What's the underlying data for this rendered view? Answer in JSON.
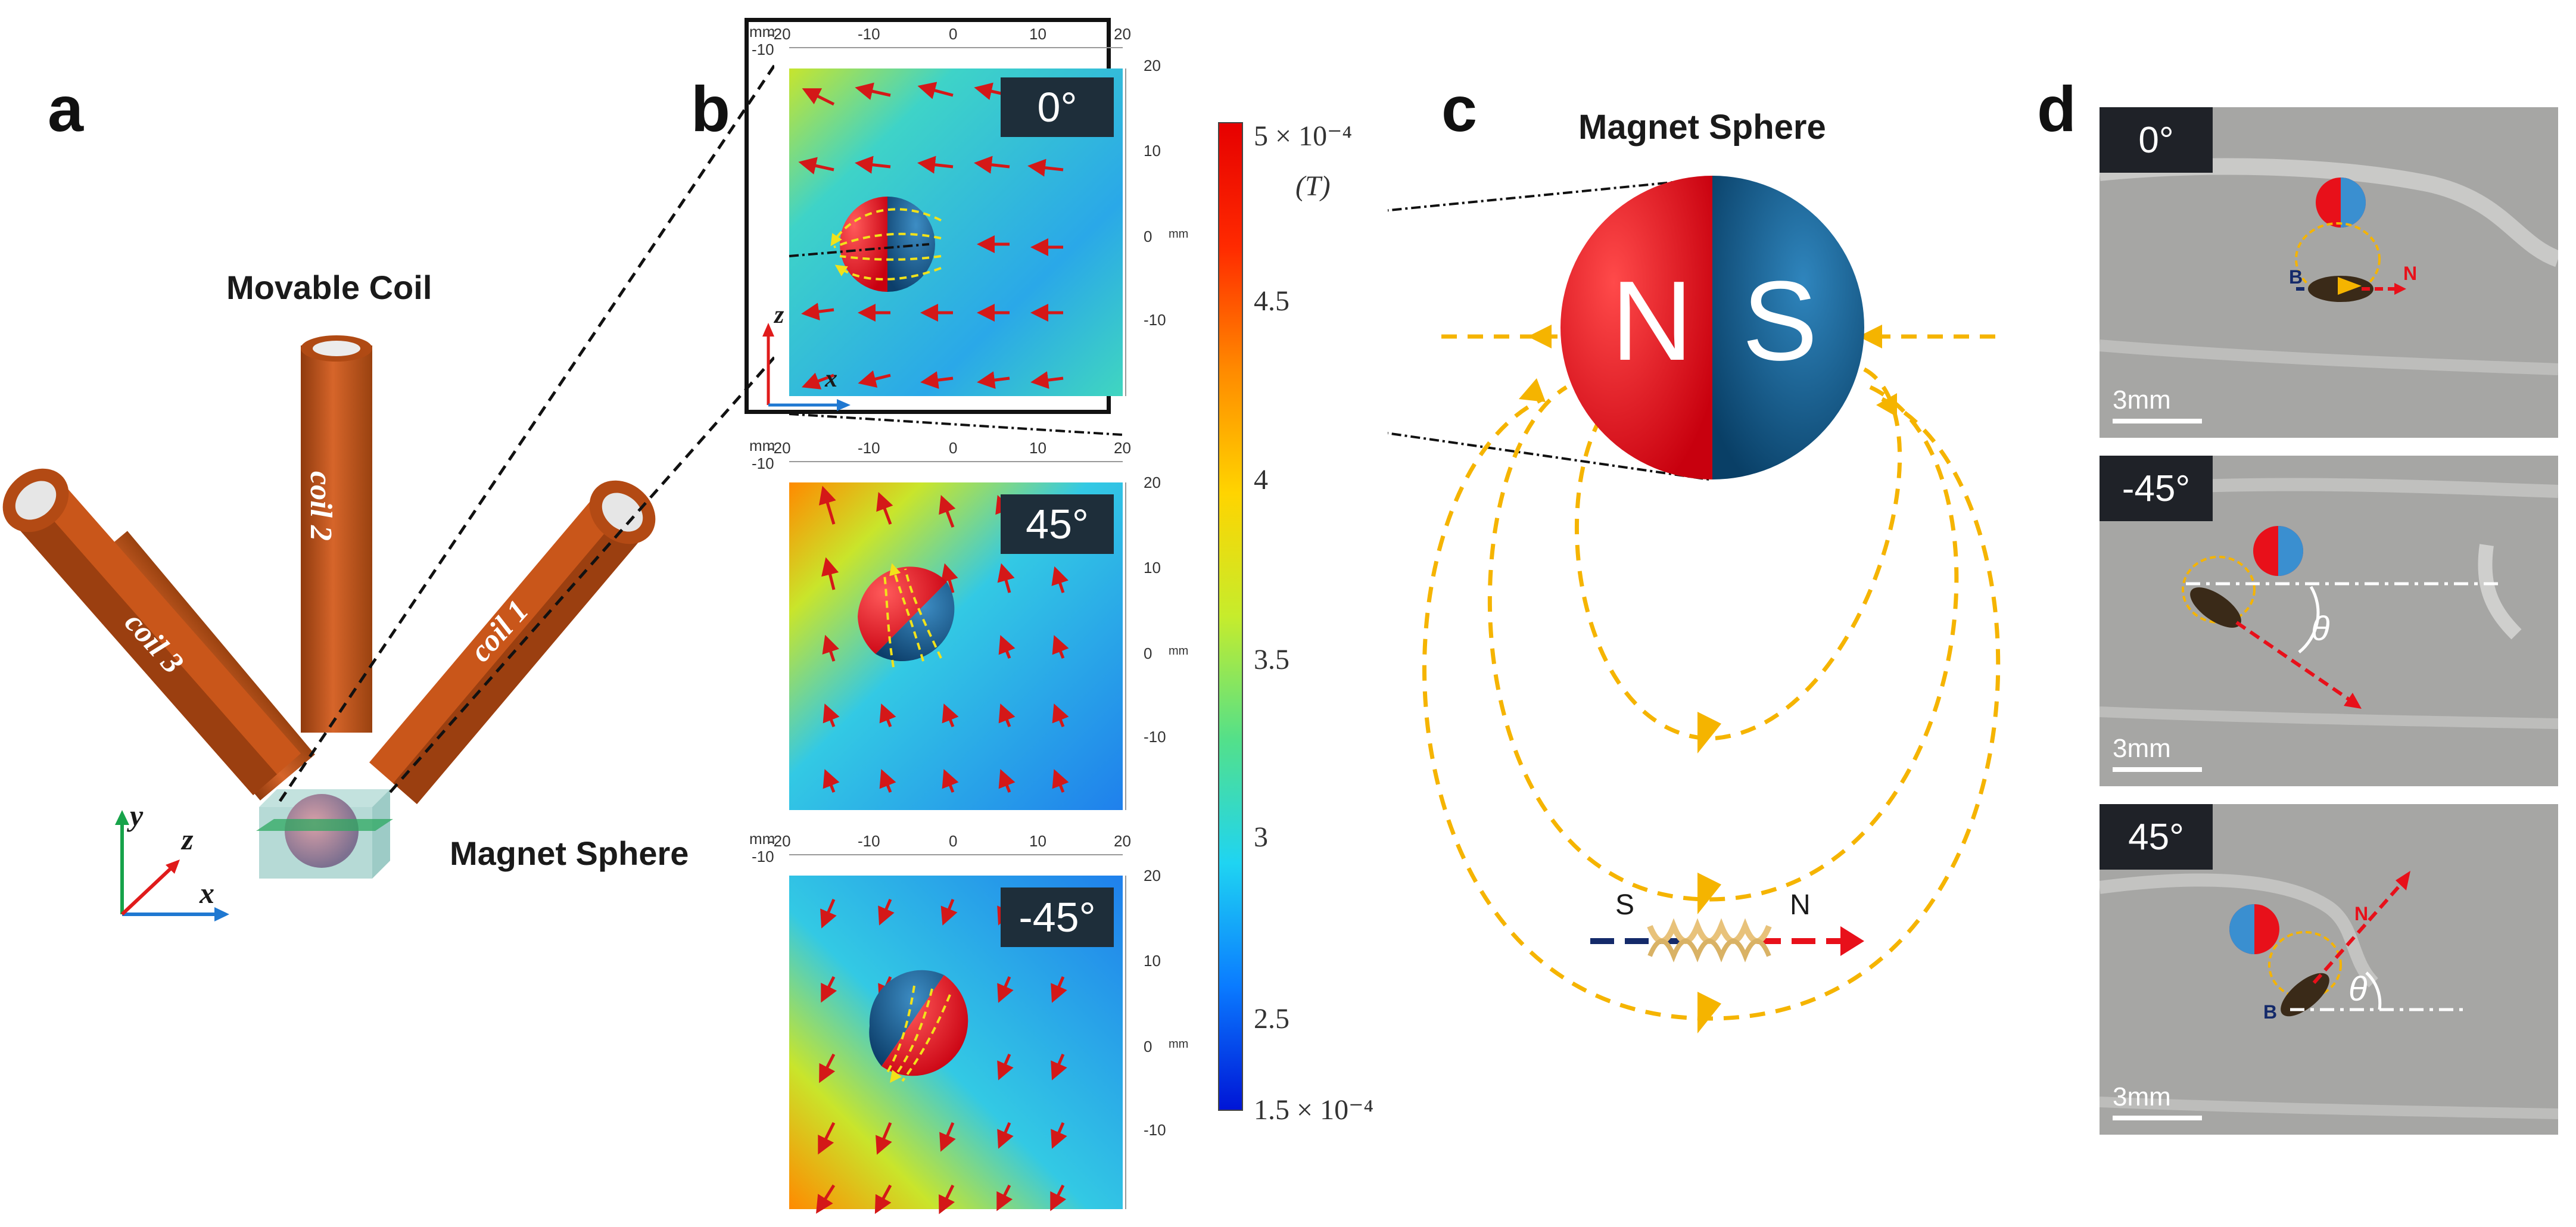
{
  "panels": {
    "a": "a",
    "b": "b",
    "c": "c",
    "d": "d"
  },
  "panel_a": {
    "movable_coil": "Movable Coil",
    "magnet_sphere": "Magnet Sphere",
    "coil1": "coil 1",
    "coil2": "coil 2",
    "coil3": "coil 3",
    "axis_x": "x",
    "axis_y": "y",
    "axis_z": "z"
  },
  "panel_b": {
    "unit_mm": "mm",
    "x_ticks": [
      "-20",
      "-10",
      "0",
      "10",
      "20"
    ],
    "y_top_tick": "-10",
    "y_ticks": [
      "20",
      "10",
      "0",
      "-10"
    ],
    "plots": [
      {
        "angle": "0°"
      },
      {
        "angle": "45°"
      },
      {
        "angle": "-45°"
      }
    ],
    "axis_z": "z",
    "axis_x": "x",
    "colorbar": {
      "unit": "(T)",
      "max_label": "5 × 10⁻⁴",
      "min_label": "1.5 × 10⁻⁴",
      "ticks": [
        "4.5",
        "4",
        "3.5",
        "3",
        "2.5"
      ],
      "colors": [
        "#0015d6",
        "#0a7bff",
        "#1fd4f2",
        "#53e08a",
        "#c6ec2c",
        "#ffd400",
        "#ff8a00",
        "#ff2a00",
        "#e60000"
      ]
    }
  },
  "panel_c": {
    "title": "Magnet Sphere",
    "north": "N",
    "south": "S",
    "robot_s": "S",
    "robot_n": "N"
  },
  "panel_d": {
    "photos": [
      {
        "angle": "0°",
        "scale": "3mm"
      },
      {
        "angle": "-45°",
        "scale": "3mm"
      },
      {
        "angle": "45°",
        "scale": "3mm"
      }
    ],
    "theta": "θ",
    "label_b": "B",
    "label_n": "N"
  },
  "colors": {
    "coil": "#c9561a",
    "north": "#e8101a",
    "south": "#0e5a8c",
    "field_line": "#f5b400",
    "badge": "#1e2e3a"
  }
}
